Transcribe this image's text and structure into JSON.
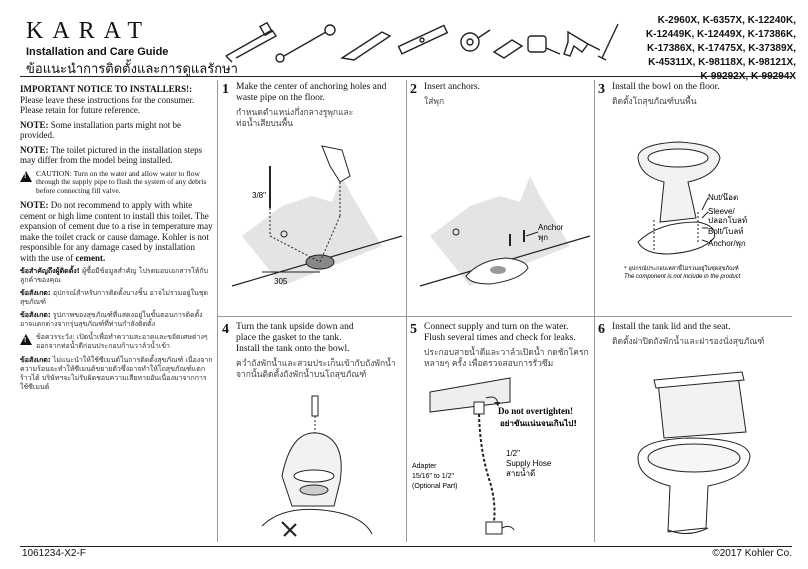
{
  "brand": "KARAT",
  "guide_title_en": "Installation and Care Guide",
  "guide_title_th": "ข้อแนะนำการติดตั้งและการดูแลรักษา",
  "models": [
    "K-2960X, K-6357X, K-12240K,",
    "K-12449K, K-12449X, K-17386K,",
    "K-17386X, K-17475X, K-37389X,",
    "K-45311X, K-98118X, K-98121X,",
    "K-99292X, K-99294X"
  ],
  "left": {
    "important_title": "IMPORTANT NOTICE TO INSTALLERS!:",
    "important_text": "Please leave these instructions for the consumer. Please retain for future reference.",
    "note1_label": "NOTE:",
    "note1_text": "Some installation parts might not be provided.",
    "note2_label": "NOTE:",
    "note2_text": "The toilet pictured in the installation steps may differ from the model being installed.",
    "caution_text": "CAUTION: Turn on the water and allow water to flow through the supply pipe to flush the system of any debris before connecting fill valve.",
    "note3_label": "NOTE:",
    "note3_text": "Do not recommend to apply with white cement or high lime content to install this toilet. The expansion of cement due to a rise in temperature may make the toilet crack or cause damage. Kohler is not responsible for any damage cased by installation with the use of",
    "note3_bold": "cement.",
    "th1_label": "ข้อสำคัญถึงผู้ติดตั้ง!",
    "th1_text": "ผู้ซื้อมีข้อมูลสำคัญ โปรดมอบเอกสารให้กับลูกค้าของคุณ",
    "th2_label": "ข้อสังเกต:",
    "th2_text": "อุปกรณ์สำหรับการติดตั้งบางชิ้น อาจไม่รวมอยู่ในชุดสุขภัณฑ์",
    "th3_label": "ข้อสังเกต:",
    "th3_text": "รูปภาพของสุขภัณฑ์ที่แสดงอยู่ในขั้นตอนการติดตั้ง อาจแตกต่างจากรุ่นสุขภัณฑ์ที่ท่านกำลังติดตั้ง",
    "th_caution": "ข้อควรระวัง: เปิดน้ำเพื่อทำความสะอาดและขจัดเศษต่างๆออกจากท่อน้ำดีก่อนประกอบก้านวาล์วน้ำเข้า",
    "th4_label": "ข้อสังเกต:",
    "th4_text": "ไม่แนะนำให้ใช้ซีเมนต์ในการติดตั้งสุขภัณฑ์ เนื่องจากความร้อนจะทำให้ซีเมนต์ขยายตัวซึ่งอาจทำให้โถสุขภัณฑ์แตกร้าวได้ บริษัทฯจะไม่รับผิดชอบความเสียหายอันเนื่องมาจากการใช้ซีเมนต์"
  },
  "steps": [
    {
      "num": "1",
      "en": [
        "Make the center of anchoring holes and",
        "waste pipe on the floor."
      ],
      "th": [
        "กำหนดตำแหน่งกึ่งกลางรูพุกและ",
        "ท่อน้ำเสียบนพื้น"
      ],
      "labels": {
        "dim1": "3/8\"",
        "dim2": "305"
      }
    },
    {
      "num": "2",
      "en": [
        "Insert anchors."
      ],
      "th": [
        "ใส่พุก"
      ],
      "labels": {
        "anchor": "Anchor",
        "anchor_th": "พุก"
      }
    },
    {
      "num": "3",
      "en": [
        "Install the bowl on the floor."
      ],
      "th": [
        "ติดตั้งโถสุขภัณฑ์บนพื้น"
      ],
      "labels": {
        "nut": "Nut/น๊อต",
        "sleeve": "Sleeve/",
        "sleeve2": "ปลอกโบลท์",
        "bolt": "Bolt/โบลท์",
        "anchor": "Anchor/พุก",
        "note_th": "* อุปกรณ์ประกอบเหล่านี้ไม่รวมอยู่ในชุดสุขภัณฑ์",
        "note_en": "The component is not include in the product"
      }
    },
    {
      "num": "4",
      "en": [
        "Turn the tank upside down and",
        "place the gasket to the tank.",
        "Install the tank onto the bowl."
      ],
      "th": [
        "คว่ำถังพักน้ำและสวมประเก็นเข้ากับถังพักน้ำ",
        "จากนั้นติดตั้งถังพักน้ำบนโถสุขภัณฑ์"
      ],
      "labels": {}
    },
    {
      "num": "5",
      "en": [
        "Connect supply and turn on the water.",
        "Flush several times and check for leaks."
      ],
      "th": [
        "ประกอบสายน้ำดีและวาล์วเปิดน้ำ กดชักโครก",
        "หลายๆ ครั้ง เพื่อตรวจสอบการรั่วซึม"
      ],
      "labels": {
        "warn_en": "Do not overtighten!",
        "warn_th": "อย่าขันแน่นจนเกินไป!",
        "hose1": "1/2\"",
        "hose2": "Supply Hose",
        "hose3": "สายน้ำดี",
        "adapter1": "Adapter",
        "adapter2": "15/16\" to 1/2\"",
        "adapter3": "(Optional Part)"
      }
    },
    {
      "num": "6",
      "en": [
        "Install the tank lid and the seat."
      ],
      "th": [
        "ติดตั้งฝาปิดถังพักน้ำและฝารองนั่งสุขภัณฑ์"
      ],
      "labels": {}
    }
  ],
  "footer_code": "1061234-X2-F",
  "footer_copyright": "©2017 Kohler Co."
}
